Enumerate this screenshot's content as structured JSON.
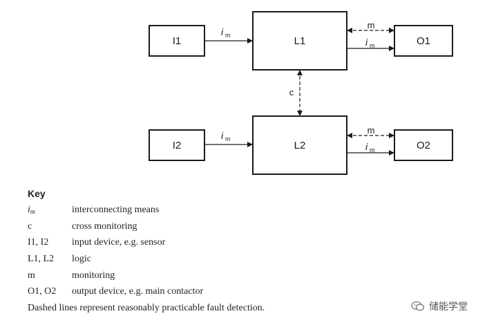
{
  "diagram": {
    "boxes": {
      "I1": "I1",
      "L1": "L1",
      "O1": "O1",
      "I2": "I2",
      "L2": "L2",
      "O2": "O2"
    },
    "connections": {
      "interconnect_main": "i",
      "interconnect_sub": "m",
      "monitoring": "m",
      "cross": "c"
    }
  },
  "key": {
    "title": "Key",
    "items": [
      {
        "symbol": "i",
        "symbol_sub": "m",
        "desc": "interconnecting means"
      },
      {
        "symbol": "c",
        "symbol_sub": "",
        "desc": "cross monitoring"
      },
      {
        "symbol": "I1, I2",
        "symbol_sub": "",
        "desc": "input device, e.g. sensor"
      },
      {
        "symbol": "L1, L2",
        "symbol_sub": "",
        "desc": "logic"
      },
      {
        "symbol": "m",
        "symbol_sub": "",
        "desc": "monitoring"
      },
      {
        "symbol": "O1, O2",
        "symbol_sub": "",
        "desc": "output device, e.g. main contactor"
      }
    ],
    "note": "Dashed lines represent reasonably practicable fault detection."
  },
  "watermark": {
    "text": "储能学堂",
    "icon": "wechat-icon"
  }
}
